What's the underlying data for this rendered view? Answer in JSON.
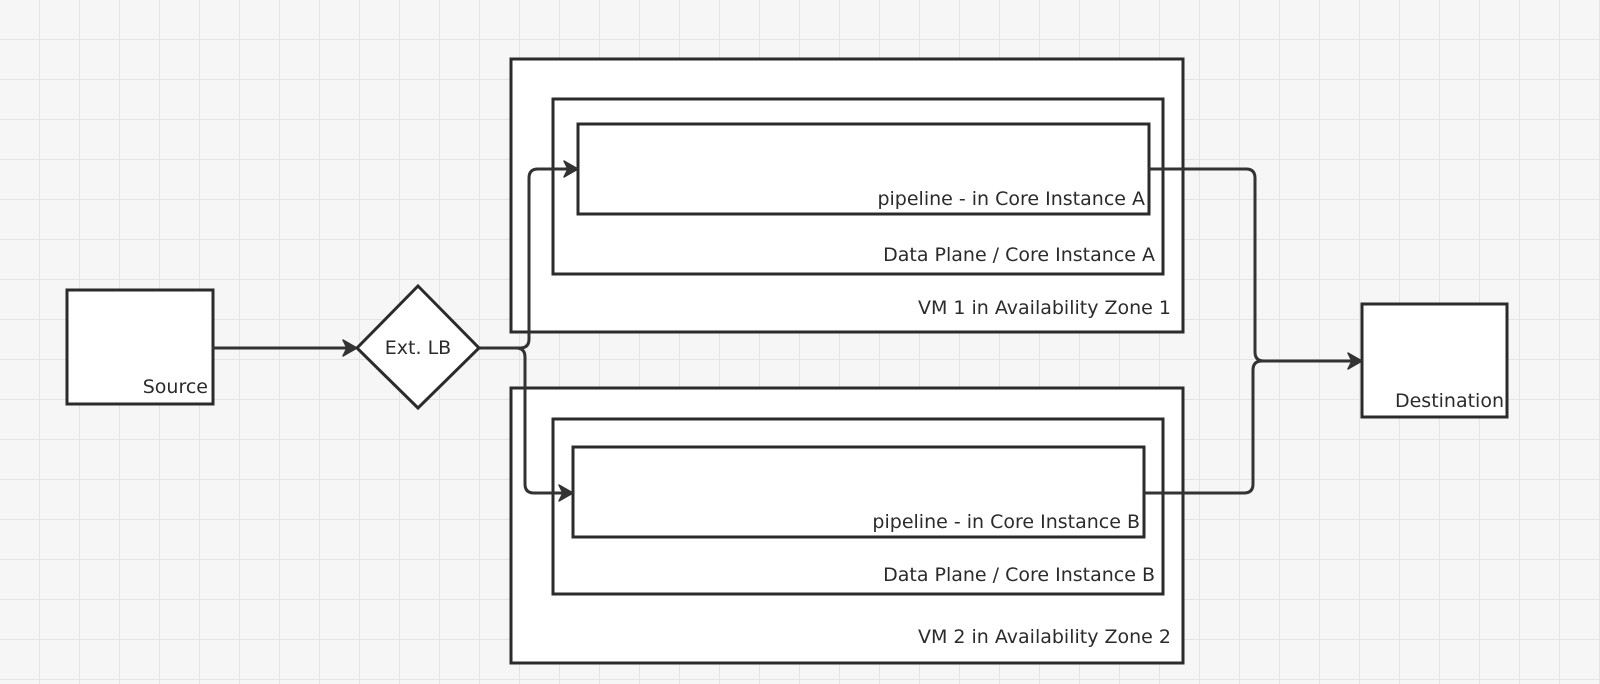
{
  "diagram": {
    "nodes": {
      "source": {
        "label": "Source"
      },
      "ext_lb": {
        "label": "Ext. LB"
      },
      "vm1": {
        "label": "VM 1 in Availability Zone 1"
      },
      "data_plane_a": {
        "label": "Data Plane / Core Instance A"
      },
      "pipeline_a": {
        "label": "pipeline - in Core Instance A"
      },
      "vm2": {
        "label": "VM 2 in Availability Zone 2"
      },
      "data_plane_b": {
        "label": "Data Plane / Core Instance B"
      },
      "pipeline_b": {
        "label": "pipeline - in Core Instance B"
      },
      "destination": {
        "label": "Destination"
      }
    },
    "edges": [
      {
        "from": "Source",
        "to": "Ext. LB"
      },
      {
        "from": "Ext. LB",
        "to": "pipeline - in Core Instance A"
      },
      {
        "from": "Ext. LB",
        "to": "pipeline - in Core Instance B"
      },
      {
        "from": "pipeline - in Core Instance A",
        "to": "Destination"
      },
      {
        "from": "pipeline - in Core Instance B",
        "to": "Destination"
      }
    ]
  }
}
